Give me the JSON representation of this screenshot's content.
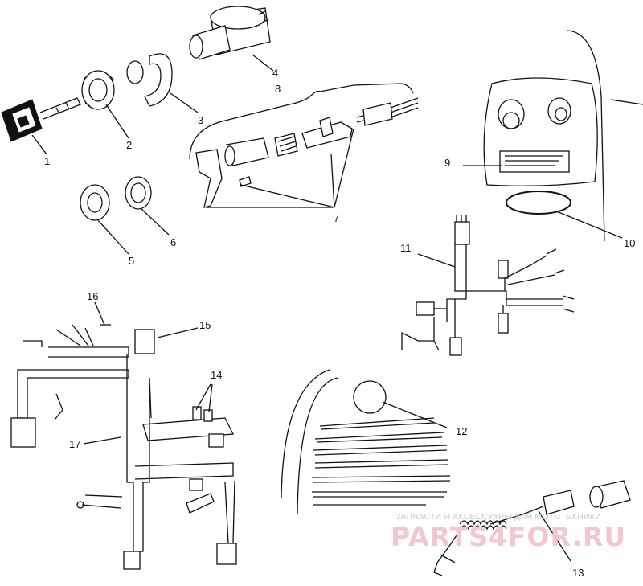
{
  "diagram": {
    "callouts": [
      "1",
      "2",
      "3",
      "4",
      "5",
      "6",
      "7",
      "8",
      "9",
      "10",
      "11",
      "12",
      "13",
      "14",
      "15",
      "16",
      "17"
    ]
  },
  "watermark": {
    "caption": "ЗАПЧАСТИ И АКСЕССУАРЫ ДЛЯ МОТОТЕХНИКИ",
    "logo": "PARTS4FOR.RU",
    "color": "#f3c7cf"
  }
}
